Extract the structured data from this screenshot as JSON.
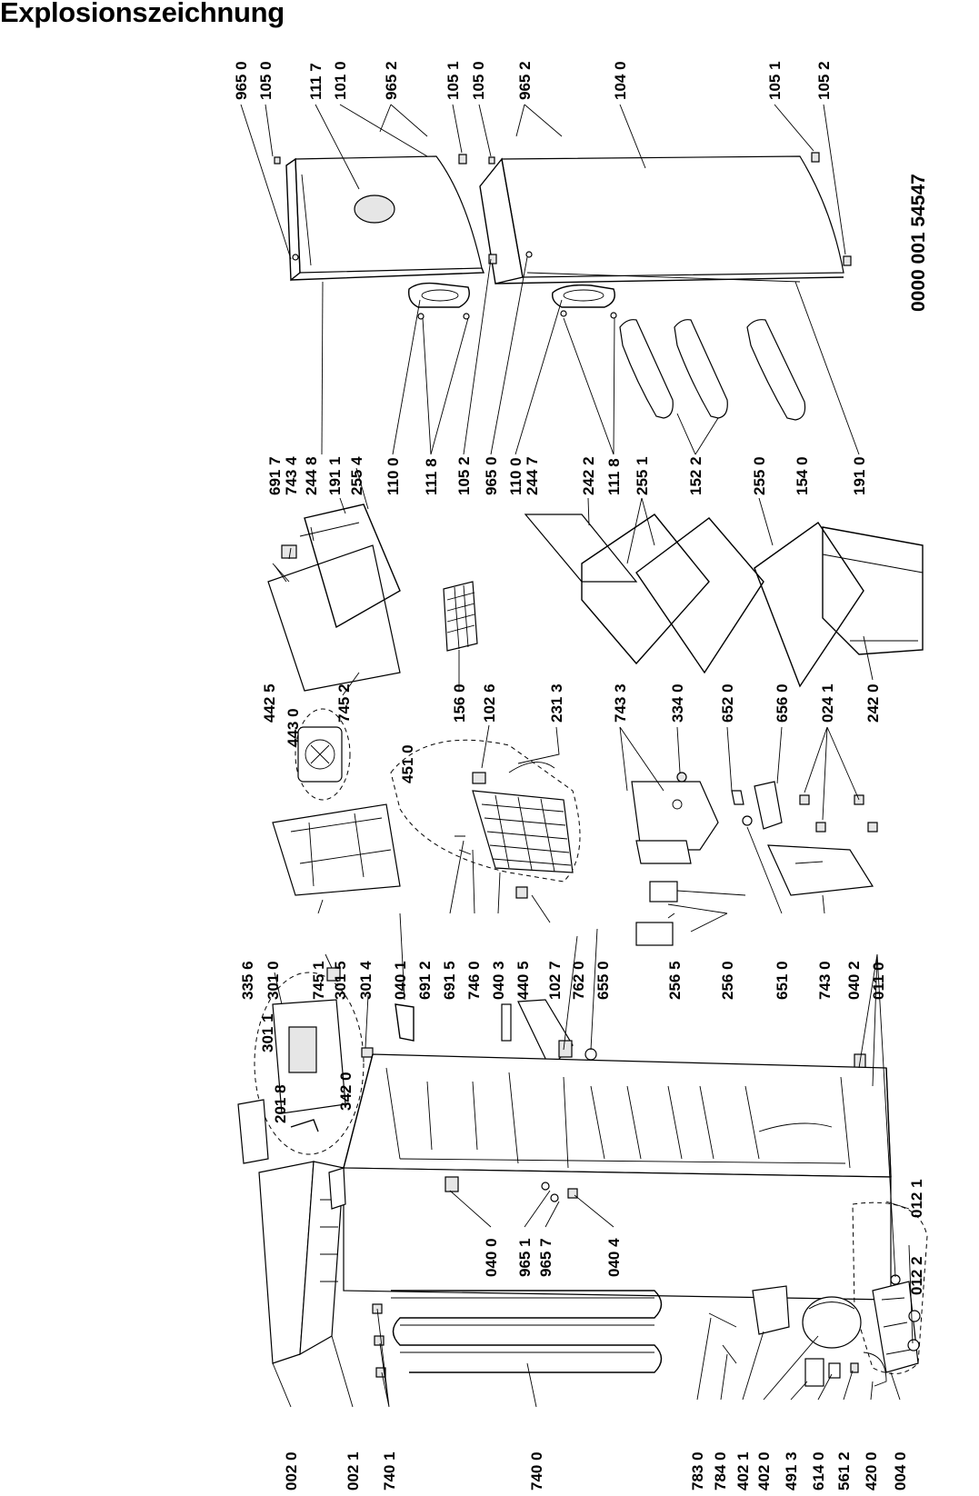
{
  "title": "Explosionszeichnung",
  "document_number": "0000 001 54547",
  "part_labels": [
    "965 0",
    "105 0",
    "111 7",
    "101 0",
    "965 2",
    "105 1",
    "105 0",
    "965 2",
    "104 0",
    "105 1",
    "105 2",
    "691 7",
    "743 4",
    "244 8",
    "191 1",
    "255 4",
    "110 0",
    "111 8",
    "105 2",
    "965 0",
    "110 0",
    "244 7",
    "242 2",
    "111 8",
    "255 1",
    "152 2",
    "255 0",
    "154 0",
    "191 0",
    "442 5",
    "443 0",
    "745 2",
    "156 0",
    "102 6",
    "231 3",
    "743 3",
    "334 0",
    "652 0",
    "656 0",
    "024 1",
    "242 0",
    "451 0",
    "335 6",
    "301 0",
    "745 1",
    "301 5",
    "301 4",
    "040 1",
    "691 2",
    "691 5",
    "746 0",
    "040 3",
    "440 5",
    "102 7",
    "762 0",
    "655 0",
    "256 5",
    "256 0",
    "651 0",
    "743 0",
    "040 2",
    "011 0",
    "301 1",
    "201 8",
    "342 0",
    "040 0",
    "965 1",
    "965 7",
    "040 4",
    "012 1",
    "012 2",
    "002 0",
    "002 1",
    "740 1",
    "740 0",
    "783 0",
    "784 0",
    "402 1",
    "402 0",
    "491 3",
    "614 0",
    "561 2",
    "420 0",
    "004 0"
  ]
}
